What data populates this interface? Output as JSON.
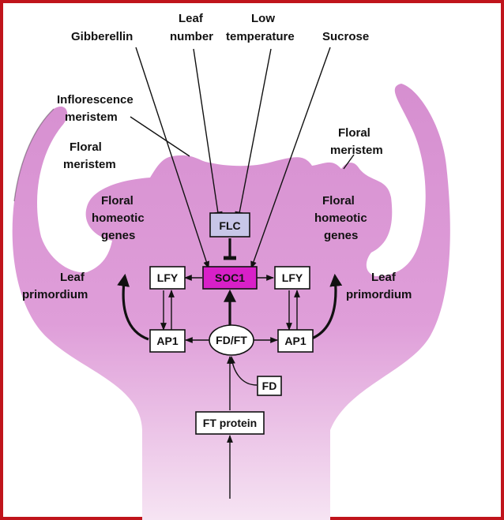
{
  "colors": {
    "frame": "#c0141c",
    "tissue": "#d68fd0",
    "tissue_light": "#f6e4f3",
    "soc1_fill": "#d820c8",
    "flc_fill": "#c8c6e8",
    "box_fill": "#ffffff"
  },
  "labels": {
    "gibberellin": "Gibberellin",
    "leaf_number_1": "Leaf",
    "leaf_number_2": "number",
    "low_temp_1": "Low",
    "low_temp_2": "temperature",
    "sucrose": "Sucrose",
    "inflorescence_1": "Inflorescence",
    "inflorescence_2": "meristem",
    "floral_meristem_left_1": "Floral",
    "floral_meristem_left_2": "meristem",
    "floral_meristem_right_1": "Floral",
    "floral_meristem_right_2": "meristem",
    "homeotic_left_1": "Floral",
    "homeotic_left_2": "homeotic",
    "homeotic_left_3": "genes",
    "homeotic_right_1": "Floral",
    "homeotic_right_2": "homeotic",
    "homeotic_right_3": "genes",
    "leaf_primordium_left_1": "Leaf",
    "leaf_primordium_left_2": "primordium",
    "leaf_primordium_right_1": "Leaf",
    "leaf_primordium_right_2": "primordium"
  },
  "boxes": {
    "flc": "FLC",
    "soc1": "SOC1",
    "lfy_left": "LFY",
    "lfy_right": "LFY",
    "ap1_left": "AP1",
    "ap1_right": "AP1",
    "fdft": "FD/FT",
    "fd": "FD",
    "ft_protein": "FT protein"
  }
}
